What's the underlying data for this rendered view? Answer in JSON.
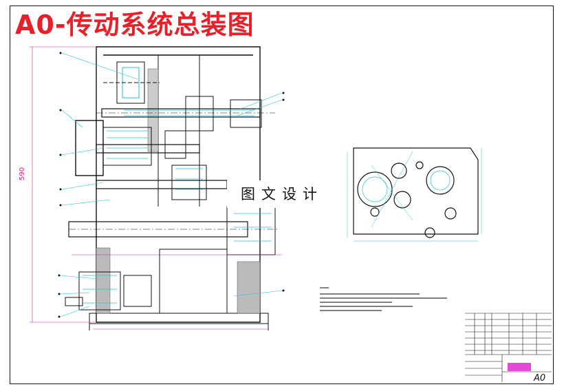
{
  "title": "A0-传动系统总装图",
  "watermark": "图文设计",
  "dimensions": {
    "overall_height": "590"
  },
  "title_block": {
    "drawing_size": "A0"
  },
  "colors": {
    "title": "#e8202a",
    "outline": "#111111",
    "cyan": "#19c6d9",
    "magenta": "#d0208a",
    "pink_block": "#e14bd6"
  }
}
